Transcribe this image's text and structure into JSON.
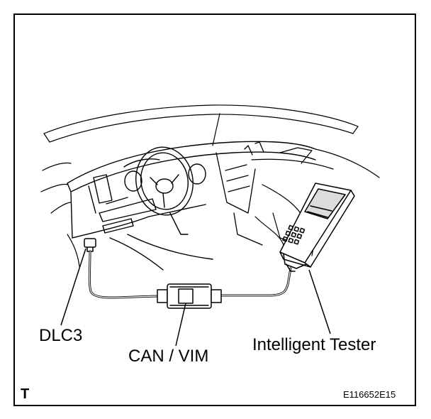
{
  "labels": {
    "dlc3": "DLC3",
    "can_vim": "CAN / VIM",
    "tester": "Intelligent Tester"
  },
  "corner_mark": "T",
  "figure_code": "E116652E15",
  "colors": {
    "ink": "#000000",
    "paper": "#ffffff",
    "screen": "#dcdcdc"
  }
}
